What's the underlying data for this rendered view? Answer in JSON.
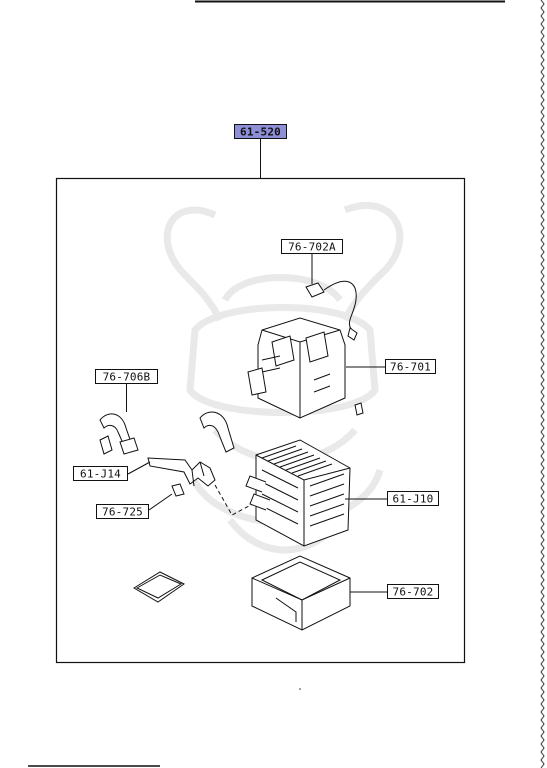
{
  "diagram": {
    "assembly_label": "61-520",
    "highlight_color": "#8f8fd8",
    "parts": [
      {
        "id": "76-702A"
      },
      {
        "id": "76-701"
      },
      {
        "id": "76-706B"
      },
      {
        "id": "61-J14"
      },
      {
        "id": "76-725"
      },
      {
        "id": "61-J10"
      },
      {
        "id": "76-702"
      }
    ]
  }
}
